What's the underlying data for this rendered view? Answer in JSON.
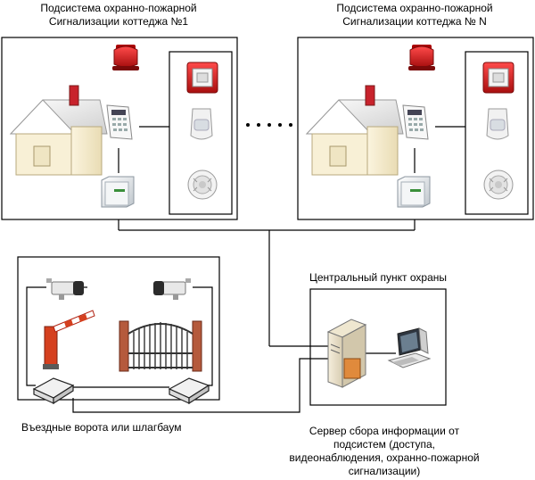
{
  "subsystem1": {
    "title_line1": "Подсистема охранно-пожарной",
    "title_line2": "Сигнализации коттеджа №1"
  },
  "subsystemN": {
    "title_line1": "Подсистема охранно-пожарной",
    "title_line2": "Сигнализации коттеджа № N"
  },
  "gates": {
    "caption": "Въездные ворота или шлагбаум"
  },
  "central": {
    "title": "Центральный пункт охраны"
  },
  "server": {
    "line1": "Сервер сбора информации от",
    "line2": "подсистем (доступа,",
    "line3": "видеонаблюдения, охранно-пожарной",
    "line4": "сигнализации)"
  },
  "colors": {
    "line": "#000000",
    "house_roof": "#e6e6e6",
    "house_wall": "#f3ead0",
    "chimney": "#c8232c",
    "alarm_red": "#d81e1e",
    "barrier": "#d5401f",
    "brick": "#b55a3c"
  },
  "icons": [
    "house-icon",
    "siren-icon",
    "keypad-icon",
    "control-panel-icon",
    "manual-call-point-icon",
    "motion-sensor-icon",
    "smoke-detector-icon",
    "camera-icon",
    "barrier-gate-icon",
    "iron-gate-icon",
    "controller-icon",
    "server-icon",
    "computer-icon"
  ]
}
